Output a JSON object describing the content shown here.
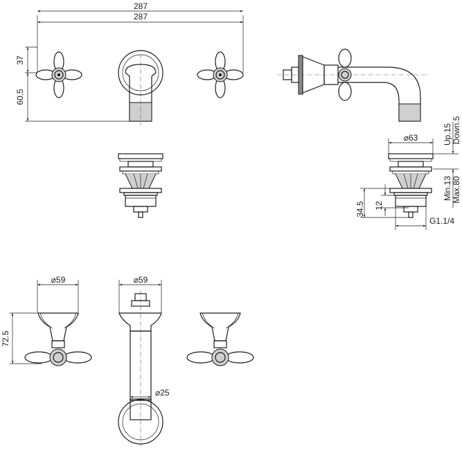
{
  "dimensions": {
    "top_width_1": "287",
    "top_width_2": "287",
    "handle_height": "37",
    "spout_height": "60.5",
    "waste_diameter": "⌀63",
    "up": "Up.15",
    "down": "Down.5",
    "min": "Min.13",
    "max": "Max.80",
    "thread": "G1.1/4",
    "depth_345": "34.5",
    "depth_12": "12",
    "handle_base_diameter": "⌀59",
    "spout_base_diameter": "⌀59",
    "handle_height_side": "72.5",
    "spout_pipe_diameter": "⌀25"
  }
}
